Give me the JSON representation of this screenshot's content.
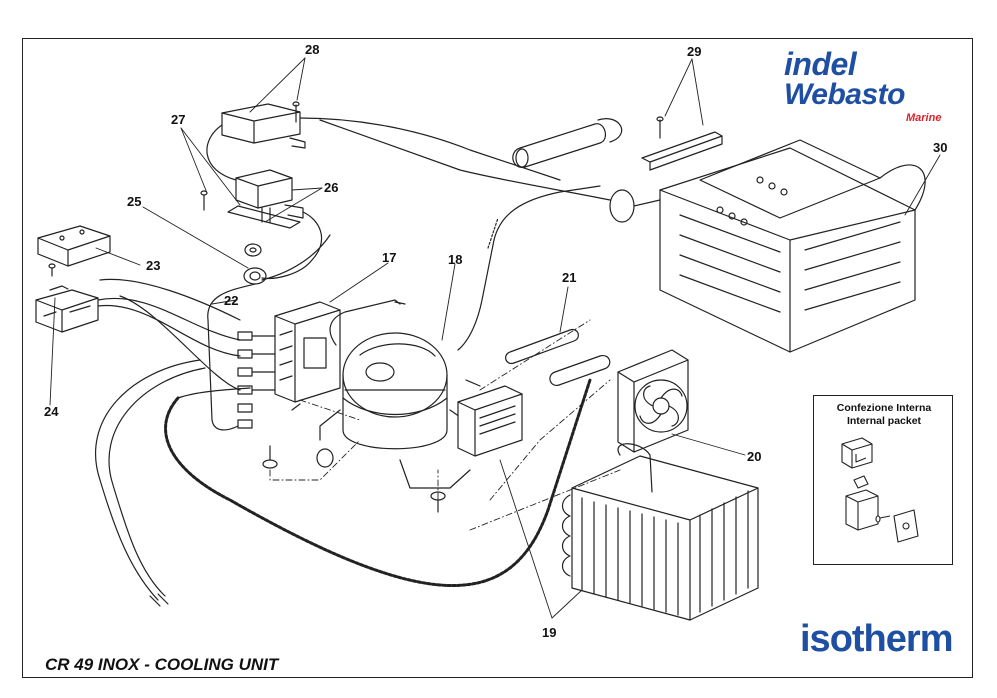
{
  "title": "CR 49 INOX - COOLING UNIT",
  "brand": {
    "indel": "indel",
    "webasto": "Webasto",
    "marine": "Marine",
    "isotherm": "isotherm",
    "blue": "#1f4fa3",
    "red": "#d8232a"
  },
  "packet": {
    "line1": "Confezione Interna",
    "line2": "Internal packet"
  },
  "callouts": {
    "c17": "17",
    "c18": "18",
    "c19": "19",
    "c20": "20",
    "c21": "21",
    "c22": "22",
    "c23": "23",
    "c24": "24",
    "c25": "25",
    "c26": "26",
    "c27": "27",
    "c28": "28",
    "c29": "29",
    "c30": "30"
  },
  "icons": [
    "compressor-icon",
    "fan-icon",
    "condenser-icon",
    "evaporator-icon",
    "relay-icon",
    "thermostat-icon",
    "cable-icon",
    "screw-icon",
    "logo-mark"
  ]
}
